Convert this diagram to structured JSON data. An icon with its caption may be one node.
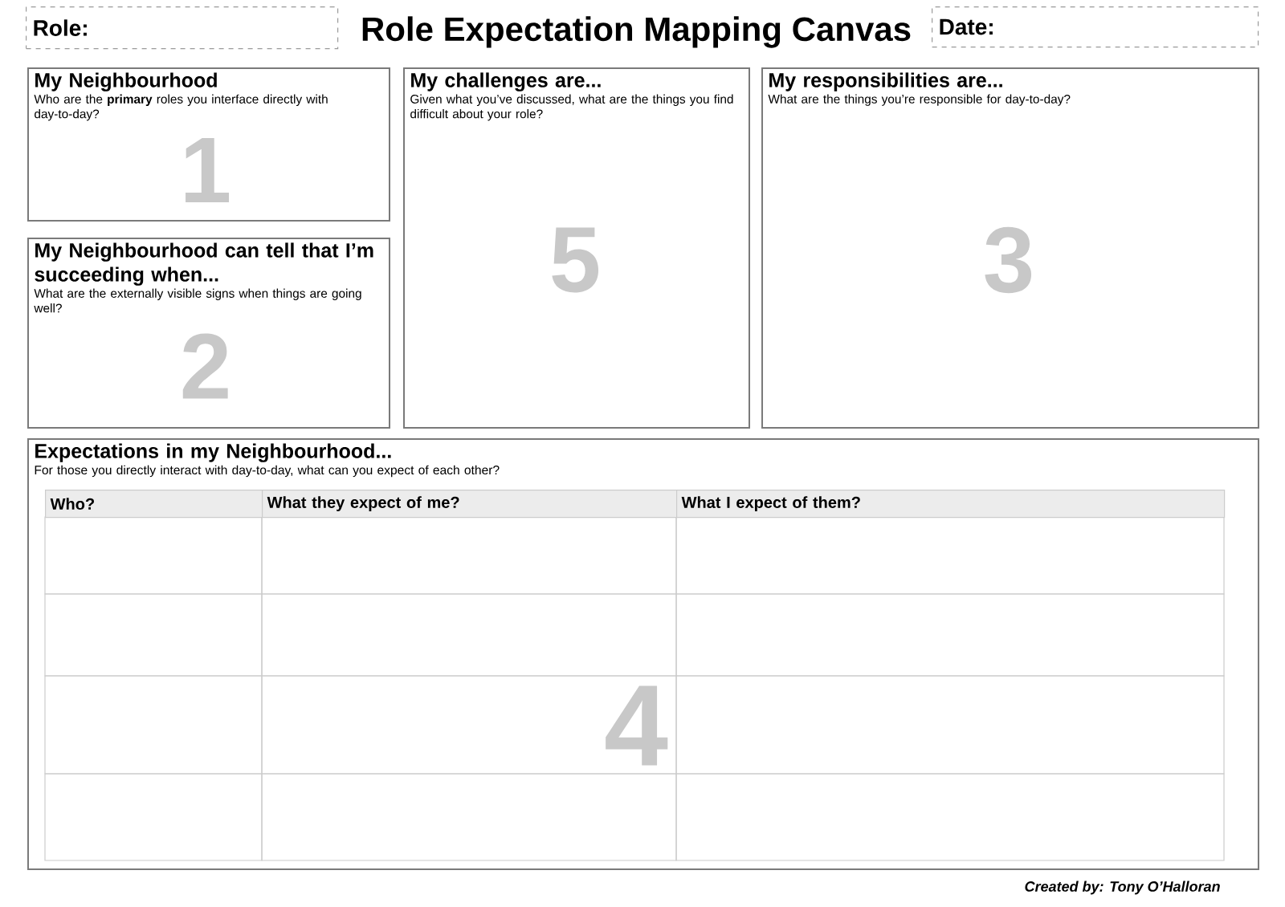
{
  "diagram": {
    "title": "Role Expectation Mapping Canvas",
    "nodes": [
      {
        "text": [
          "Role:"
        ]
      },
      {
        "text": [
          "Date:"
        ]
      },
      {
        "text": [
          "My Neighbourhood",
          "Who are the **primary** roles you interface directly with day-to-day?",
          "1"
        ]
      },
      {
        "text": [
          "My challenges are...",
          "Given what you’ve discussed, what are the things you find difficult about your role?",
          "5"
        ]
      },
      {
        "text": [
          "My responsibilities are...",
          "What are the things you’re responsible for day-to-day?",
          "3"
        ]
      },
      {
        "text": [
          "My Neighbourhood can tell that I’m succeeding when...",
          "What are the externally visible signs when things are going well?",
          "2"
        ]
      },
      {
        "text": [
          "Expectations in my Neighbourhood...",
          "For those you directly interact with day-to-day, what can you expect of each other?",
          "4"
        ]
      }
    ],
    "labels": [
      "Who?",
      "What they expect of me?",
      "What I expect of them?",
      "Created by: Tony O’Halloran"
    ]
  }
}
